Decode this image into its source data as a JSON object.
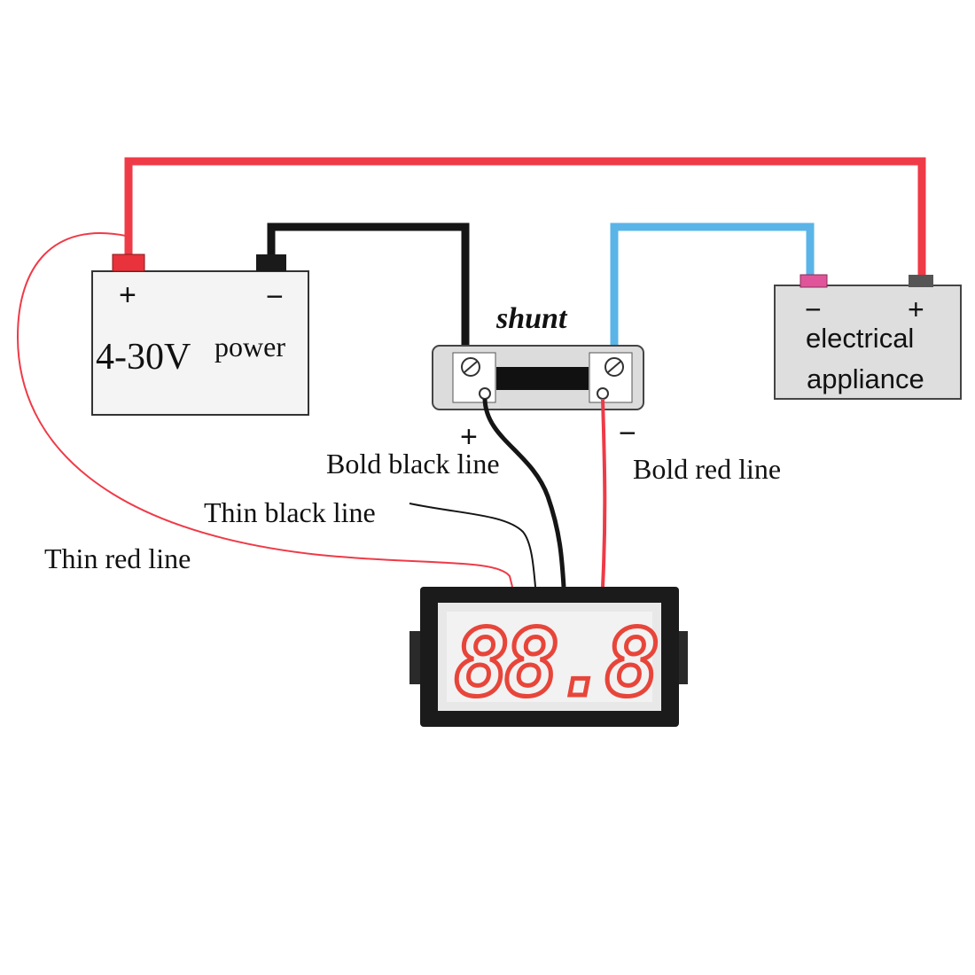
{
  "battery": {
    "plus": "+",
    "minus": "−",
    "voltage": "4-30V",
    "name": "power",
    "pos_terminal_color": "#e8323c",
    "neg_terminal_color": "#1a1a1a"
  },
  "shunt": {
    "title": "shunt",
    "plus": "+",
    "minus": "−"
  },
  "appliance": {
    "minus": "−",
    "plus": "+",
    "line1": "electrical",
    "line2": "appliance",
    "neg_terminal_color": "#e0559a",
    "pos_terminal_color": "#555555"
  },
  "wires": {
    "bold_black": "Bold black line",
    "bold_red": "Bold red line",
    "thin_black": "Thin black line",
    "thin_red": "Thin red line",
    "red_color": "#ef3a47",
    "black_color": "#151515",
    "blue_color": "#5ab4e8"
  },
  "meter": {
    "display": "88.8",
    "digit_color": "#e8453a"
  }
}
